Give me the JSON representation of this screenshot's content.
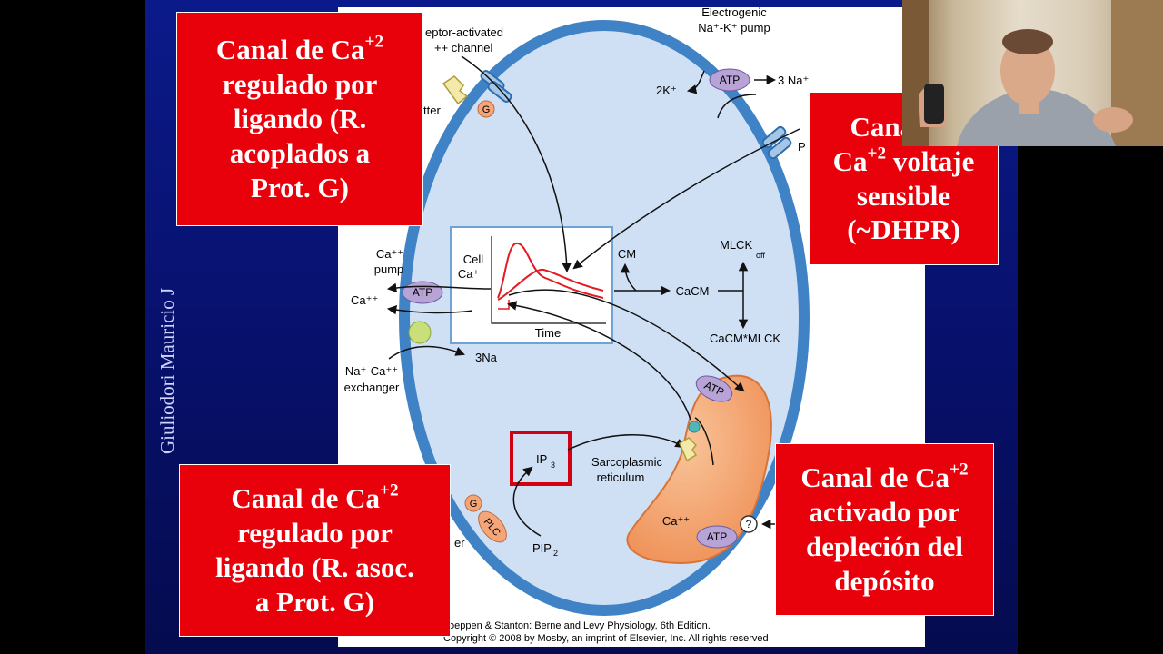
{
  "author": "Giuliodori Mauricio J",
  "boxes": {
    "ligand_g": [
      "Canal de Ca",
      "regulado por",
      "ligando (R.",
      "acoplados a",
      "Prot. G)"
    ],
    "voltage": [
      "Canal de",
      "Ca",
      "voltaje",
      "sensible",
      "(~DHPR)"
    ],
    "ligand_assoc": [
      "Canal de Ca",
      "regulado por",
      "ligando (R. asoc.",
      "a Prot. G)"
    ],
    "depletion": [
      "Canal de Ca",
      "activado por",
      "depleción del",
      "depósito"
    ],
    "charge": "+2"
  },
  "diagram": {
    "receptor_channel": [
      "eptor-activated",
      "++ channel"
    ],
    "pump": [
      "Electrogenic",
      "Na⁺-K⁺ pump"
    ],
    "k_out": "2K⁺",
    "na_out": "3 Na⁺",
    "atp": "ATP",
    "g": "G",
    "transmitter_top": "tter",
    "transmitter_bottom": "er",
    "p_label": "P",
    "ca_pump": [
      "Ca⁺⁺",
      "pump"
    ],
    "ca_out": "Ca⁺⁺",
    "exchanger": [
      "Na⁺-Ca⁺⁺",
      "exchanger"
    ],
    "na3": "3Na",
    "cell_ca": [
      "Cell",
      "Ca⁺⁺"
    ],
    "time": "Time",
    "cm": "CM",
    "mlck_off": "MLCK",
    "off": "off",
    "cacm": "CaCM",
    "cacm_mlck": "CaCM*MLCK",
    "ip3": "IP",
    "ip3_sub": "3",
    "sr": [
      "Sarcoplasmic",
      "reticulum"
    ],
    "ca_sr": "Ca⁺⁺",
    "question": "?",
    "plc": "PLC",
    "pip2": "PIP",
    "pip2_sub": "2",
    "citation": [
      "oeppen & Stanton: Berne and Levy Physiology, 6th Edition.",
      "Copyright © 2008 by Mosby, an imprint of Elsevier, Inc. All rights reserved"
    ]
  },
  "colors": {
    "alert_red": "#e8000b",
    "slide_blue": "#0b1a8a",
    "cell_blue": "#cfe0f5",
    "sr_orange": "#f6a36b",
    "atp_purple": "#b7a3d6"
  }
}
